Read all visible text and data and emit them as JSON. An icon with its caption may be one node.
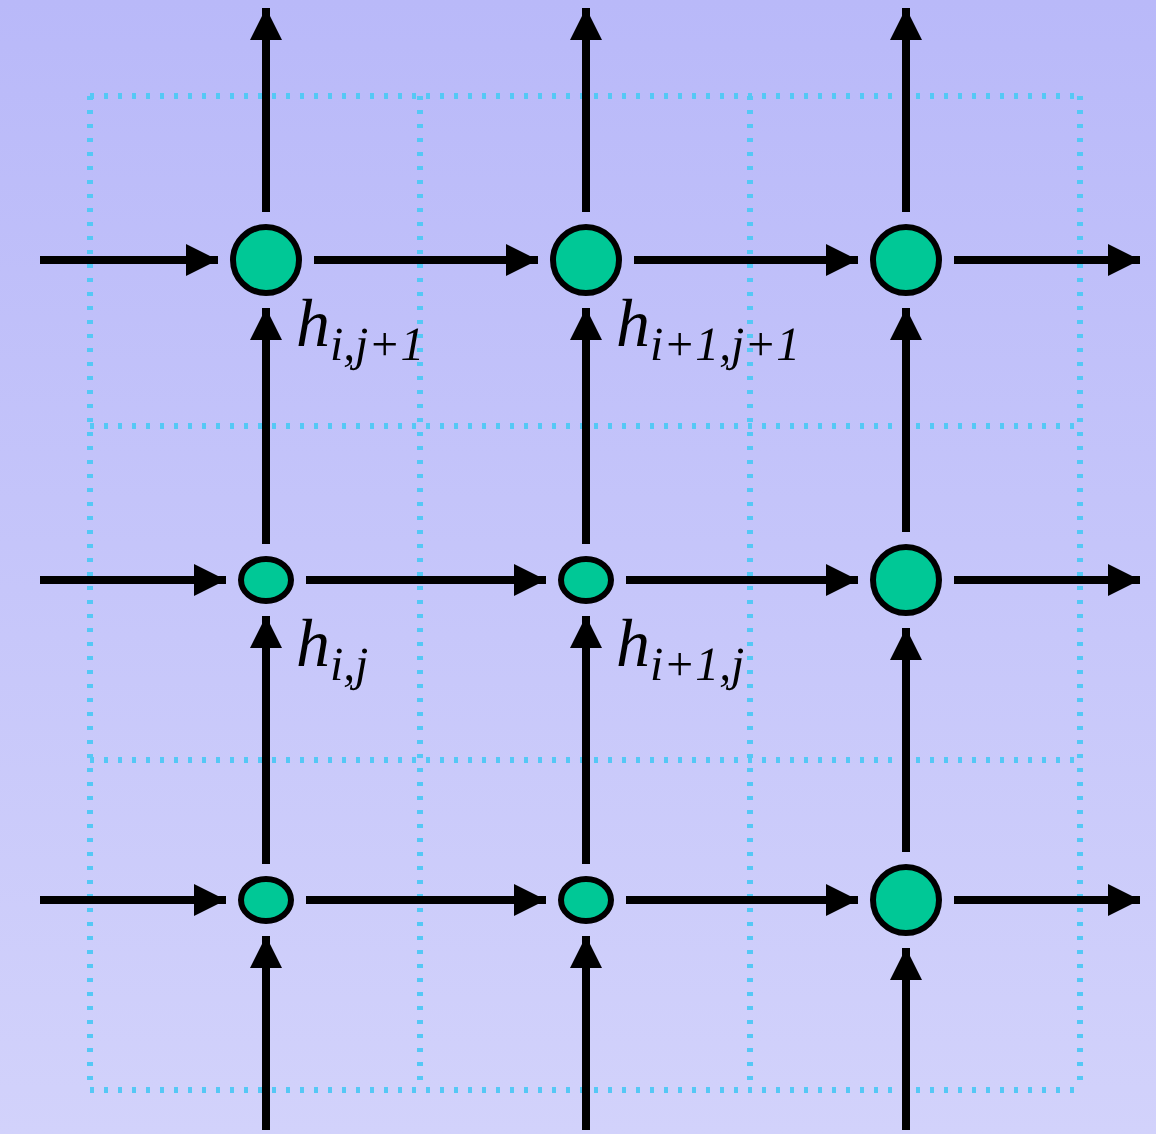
{
  "diagram": {
    "nodes": [
      {
        "text": [],
        "shape": "circle",
        "beside": [
          "h$_{i,j+1}$"
        ]
      },
      {
        "text": [],
        "shape": "circle",
        "beside": [
          "h$_{i+1,j+1}$"
        ]
      },
      {
        "text": [],
        "shape": "circle"
      },
      {
        "text": [],
        "shape": "circle",
        "beside": [
          "h$_{i,j}$"
        ]
      },
      {
        "text": [],
        "shape": "circle",
        "beside": [
          "h$_{i+1,j}$"
        ]
      },
      {
        "text": [],
        "shape": "circle"
      },
      {
        "text": [],
        "shape": "circle"
      },
      {
        "text": [],
        "shape": "circle"
      },
      {
        "text": [],
        "shape": "circle"
      }
    ],
    "edges": [
      {
        "from": null,
        "to": 0,
        "arrow": "to"
      },
      {
        "from": 0,
        "to": 1,
        "arrow": "to"
      },
      {
        "from": 1,
        "to": 2,
        "arrow": "to"
      },
      {
        "from": 2,
        "to": null,
        "arrow": "to"
      },
      {
        "from": null,
        "to": 3,
        "arrow": "to"
      },
      {
        "from": 3,
        "to": 4,
        "arrow": "to"
      },
      {
        "from": 4,
        "to": 5,
        "arrow": "to"
      },
      {
        "from": 5,
        "to": null,
        "arrow": "to"
      },
      {
        "from": null,
        "to": 6,
        "arrow": "to"
      },
      {
        "from": 6,
        "to": 7,
        "arrow": "to"
      },
      {
        "from": 7,
        "to": 8,
        "arrow": "to"
      },
      {
        "from": 8,
        "to": null,
        "arrow": "to"
      },
      {
        "from": null,
        "to": 6,
        "arrow": "to"
      },
      {
        "from": 6,
        "to": 3,
        "arrow": "to"
      },
      {
        "from": 3,
        "to": 0,
        "arrow": "to"
      },
      {
        "from": 0,
        "to": null,
        "arrow": "to"
      },
      {
        "from": null,
        "to": 7,
        "arrow": "to"
      },
      {
        "from": 7,
        "to": 4,
        "arrow": "to"
      },
      {
        "from": 4,
        "to": 1,
        "arrow": "to"
      },
      {
        "from": 1,
        "to": null,
        "arrow": "to"
      },
      {
        "from": null,
        "to": 8,
        "arrow": "to"
      },
      {
        "from": 8,
        "to": 5,
        "arrow": "to"
      },
      {
        "from": 5,
        "to": 2,
        "arrow": "to"
      },
      {
        "from": 2,
        "to": null,
        "arrow": "to"
      }
    ]
  }
}
